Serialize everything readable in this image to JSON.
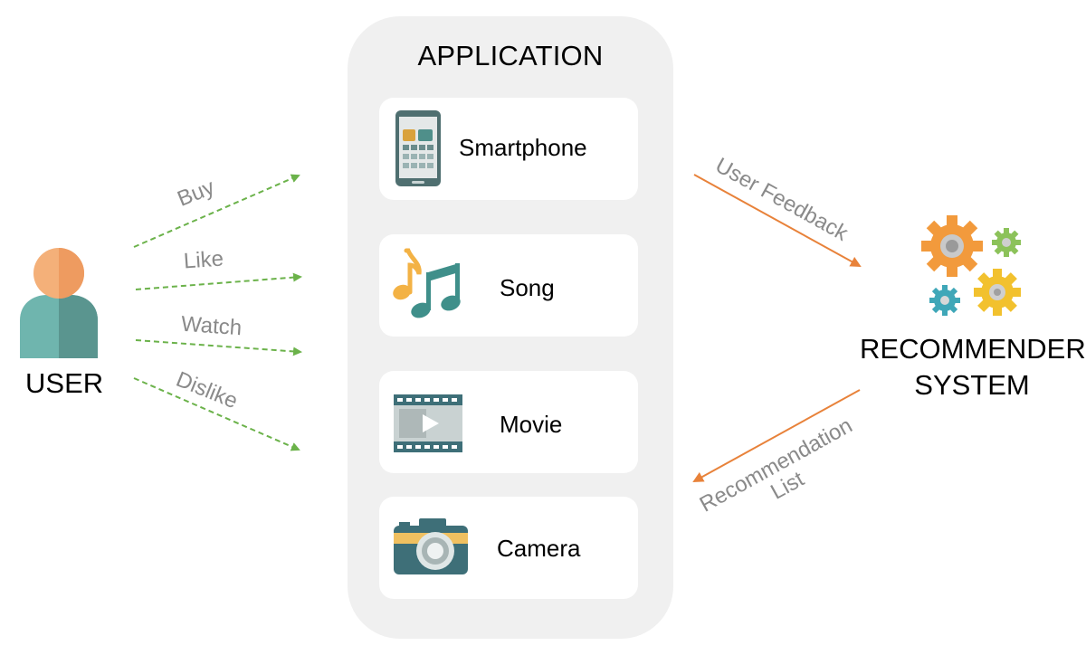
{
  "application": {
    "title": "APPLICATION"
  },
  "items": [
    {
      "label": "Smartphone",
      "icon": "smartphone-icon"
    },
    {
      "label": "Song",
      "icon": "music-note-icon"
    },
    {
      "label": "Movie",
      "icon": "film-strip-icon"
    },
    {
      "label": "Camera",
      "icon": "camera-icon"
    }
  ],
  "user": {
    "label": "USER",
    "icon": "user-avatar-icon"
  },
  "recommender": {
    "line1": "RECOMMENDER",
    "line2": "SYSTEM",
    "icon": "gears-icon"
  },
  "actions": [
    "Buy",
    "Like",
    "Watch",
    "Dislike"
  ],
  "feedback": {
    "label": "User Feedback"
  },
  "recommendation": {
    "line1": "Recommendation",
    "line2": "List"
  },
  "colors": {
    "panel": "#f0f0f0",
    "action_arrow": "#6bb24a",
    "feedback_arrow": "#e8823a",
    "arrow_text": "#8a8a8a",
    "teal": "#4f8f8a",
    "skin": "#f2a46a"
  }
}
